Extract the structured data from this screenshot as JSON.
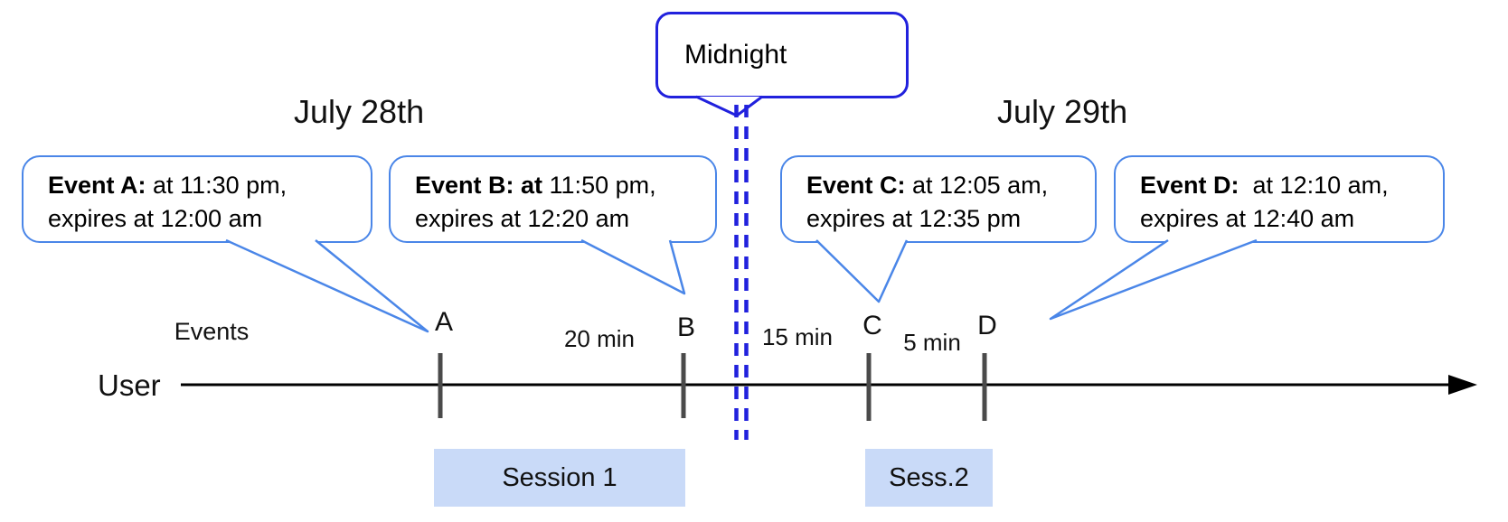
{
  "dates": {
    "left": "July 28th",
    "right": "July 29th"
  },
  "midnight": {
    "label": "Midnight"
  },
  "events": [
    {
      "id": "A",
      "bold": "Event A:",
      "rest": " at 11:30 pm,",
      "line2": "expires at 12:00 am",
      "tick_label": "A"
    },
    {
      "id": "B",
      "bold": "Event B: at",
      "rest": " 11:50 pm,",
      "line2": "expires at 12:20 am",
      "tick_label": "B"
    },
    {
      "id": "C",
      "bold": "Event C:",
      "rest": " at 12:05 am,",
      "line2": "expires at 12:35 pm",
      "tick_label": "C"
    },
    {
      "id": "D",
      "bold": "Event D:",
      "rest": "  at 12:10 am,",
      "line2": "expires at 12:40 am",
      "tick_label": "D"
    }
  ],
  "timeline": {
    "events_label": "Events",
    "user_label": "User",
    "intervals": [
      "20 min",
      "15 min",
      "5 min"
    ]
  },
  "sessions": [
    {
      "label": "Session 1"
    },
    {
      "label": "Sess.2"
    }
  ],
  "colors": {
    "event_border": "#4a86e8",
    "midnight_border": "#2121dd",
    "session_fill": "#c9daf8",
    "tick": "#4a4a4a",
    "line": "#000000"
  }
}
